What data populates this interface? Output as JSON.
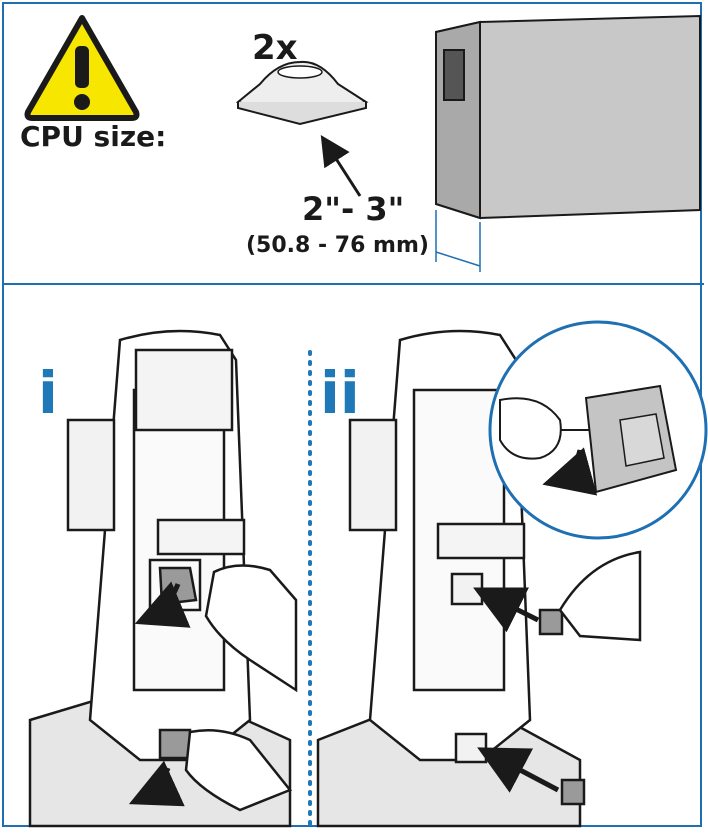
{
  "header": {
    "warning_icon": "warning-triangle-icon",
    "cpu_label": "CPU size:",
    "quantity_label": "2x",
    "size_range": "2\"- 3\"",
    "size_range_mm": "(50.8 - 76 mm)"
  },
  "steps": [
    {
      "label": "i"
    },
    {
      "label": "ii"
    }
  ],
  "colors": {
    "frame": "#1f6fb3",
    "step_label": "#1f78b8",
    "warning_yellow": "#f7e600",
    "cpu_box": "#c8c8c8",
    "pad_gray": "#b0b0b0"
  }
}
